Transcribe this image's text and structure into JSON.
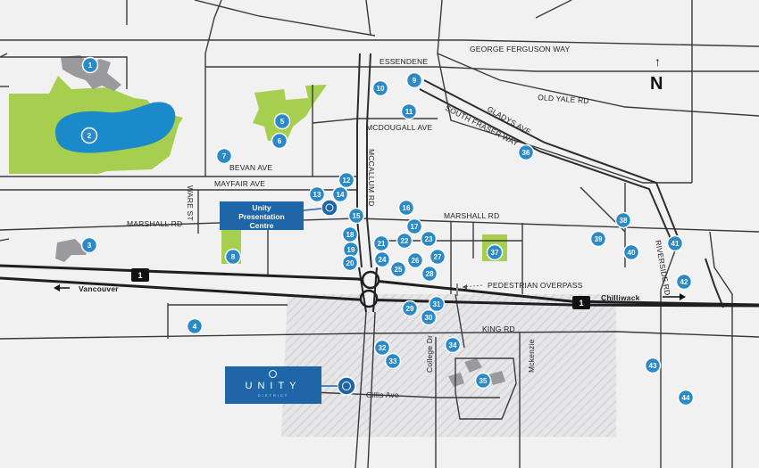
{
  "roads": {
    "george_ferguson": "GEORGE FERGUSON WAY",
    "essendene": "ESSENDENE",
    "old_yale": "OLD YALE RD",
    "gladys": "GLADYS AVE",
    "south_fraser": "SOUTH FRASER WAY",
    "mcdougall": "MCDOUGALL AVE",
    "mccallum": "MCCALLUM RD",
    "bevan": "BEVAN AVE",
    "mayfair": "MAYFAIR AVE",
    "ware": "WARE ST",
    "marshall_west": "MARSHALL RD",
    "marshall_east": "MARSHALL RD",
    "riverside": "RIVERSIDE RD",
    "pedestrian_overpass": "PEDESTRIAN OVERPASS",
    "king": "KING RD",
    "college": "College Dr",
    "mckenzie": "Mckenzie",
    "gillis": "Gillis Ave",
    "vancouver": "Vancouver",
    "chilliwack": "Chilliwack",
    "highway_number": "1"
  },
  "presentation_centre": {
    "line1": "Unity",
    "line2": "Presentation",
    "line3": "Centre"
  },
  "unity_logo": {
    "word": "UNITY",
    "sub": "DISTRICT"
  },
  "north": "N",
  "markers": [
    "1",
    "2",
    "3",
    "4",
    "5",
    "6",
    "7",
    "8",
    "9",
    "10",
    "11",
    "12",
    "13",
    "14",
    "15",
    "16",
    "17",
    "18",
    "19",
    "20",
    "21",
    "22",
    "23",
    "24",
    "25",
    "26",
    "27",
    "28",
    "29",
    "30",
    "31",
    "32",
    "33",
    "34",
    "35",
    "36",
    "37",
    "38",
    "39",
    "40",
    "41",
    "42",
    "43",
    "44"
  ],
  "colors": {
    "marker": "#2a8ac8",
    "callout": "#1f66a8",
    "park": "#a6cf4f",
    "water": "#1a8acb",
    "road": "#ffffff",
    "highway": "#222222"
  }
}
